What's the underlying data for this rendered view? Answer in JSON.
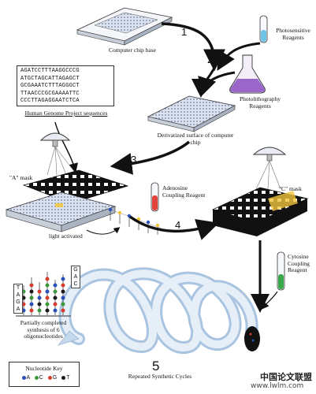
{
  "steps": {
    "step1": "1",
    "step2": "2",
    "step3": "3",
    "step4": "4",
    "step5": "5"
  },
  "labels": {
    "chip_base": "Computer chip base",
    "photosensitive": "Photosensitive Reagents",
    "photolithography": "Photolithography Reagents",
    "genome_caption": "Human Genome Project sequences",
    "derivatized": "Derivatized surface of computer chip",
    "a_mask": "\"A\" mask",
    "c_mask": "\"C\" mask",
    "adenosine": "Adenosine Coupling Reagent",
    "light_activated": "light activated",
    "cytosine": "Cytosine Coupling Reagent",
    "partial": "Partially completed synthesis of 6 oligonucleotides",
    "repeated": "Repeated Synthetic Cycles"
  },
  "sequences": [
    "AGATCCTTTAAGGCCCG",
    "ATGCTAGCATTAGAGCT",
    "GCGAAATCTTTAGGGCT",
    "TTAACCCGCGAAAATTC",
    "CCCTTAGAGGAATCTCA"
  ],
  "oligo_letters": {
    "left_column": [
      "T",
      "A",
      "G",
      "A"
    ],
    "right_column": [
      "G",
      "A",
      "C"
    ]
  },
  "nucleotide_key": {
    "title": "Nucleotide Key",
    "items": [
      {
        "letter": "A",
        "color": "#2a4fb8"
      },
      {
        "letter": "C",
        "color": "#3a9a3a"
      },
      {
        "letter": "G",
        "color": "#d43c2c"
      },
      {
        "letter": "T",
        "color": "#1a1a1a"
      }
    ]
  },
  "watermark": {
    "line1": "中国论文联盟",
    "line2": "www.lwlm.com"
  }
}
